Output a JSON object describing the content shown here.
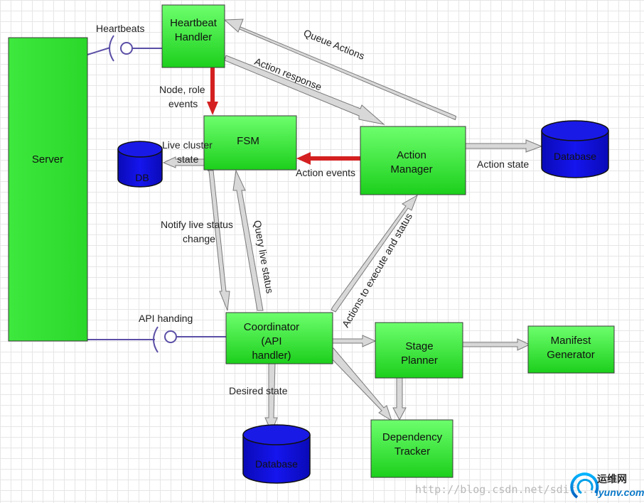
{
  "nodes": {
    "server": "Server",
    "heartbeat_handler": [
      "Heartbeat",
      "Handler"
    ],
    "fsm": "FSM",
    "action_manager": [
      "Action",
      "Manager"
    ],
    "coordinator": [
      "Coordinator",
      "(API",
      "handler)"
    ],
    "stage_planner": [
      "Stage",
      "Planner"
    ],
    "manifest_generator": [
      "Manifest",
      "Generator"
    ],
    "dependency_tracker": [
      "Dependency",
      "Tracker"
    ],
    "db_small": "DB",
    "database_right": "Database",
    "database_bottom": "Database"
  },
  "edges": {
    "heartbeats": "Heartbeats",
    "queue_actions": "Queue Actions",
    "action_response": "Action response",
    "node_role_events": [
      "Node, role",
      "events"
    ],
    "live_cluster_state": [
      "Live cluster",
      "state"
    ],
    "action_events": "Action events",
    "action_state": "Action state",
    "notify_live_status": [
      "Notify live status",
      "change"
    ],
    "query_live_status": "Query live status",
    "actions_to_execute": "Actions to execute and status",
    "api_handling": "API handing",
    "desired_state": "Desired state"
  },
  "watermark": {
    "url": "http://blog.csdn.net/sdif...",
    "brand_cn": "运维网",
    "brand_en": "iyunv.com"
  },
  "colors": {
    "box_fill_top": "#66ff66",
    "box_fill_bottom": "#1fd11f",
    "box_stroke": "#3a3a3a",
    "db_fill": "#0b0bd6",
    "red_arrow": "#d42020",
    "grey_arrow": "#d0d0d0",
    "interface_line": "#5a4fa6"
  }
}
